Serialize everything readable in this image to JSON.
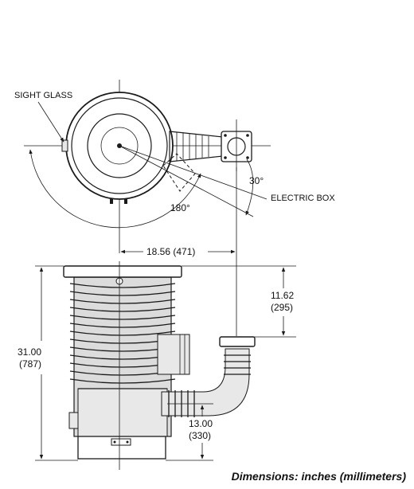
{
  "labels": {
    "sight_glass": "SIGHT GLASS",
    "electric_box": "ELECTRIC BOX",
    "angle_30": "30°",
    "angle_180": "180°"
  },
  "dimensions": {
    "width_top": "18.56 (471)",
    "inlet_offset_in": "11.62",
    "inlet_offset_mm": "(295)",
    "height_in": "31.00",
    "height_mm": "(787)",
    "outlet_height_in": "13.00",
    "outlet_height_mm": "(330)"
  },
  "caption": "Dimensions: inches (millimeters)"
}
